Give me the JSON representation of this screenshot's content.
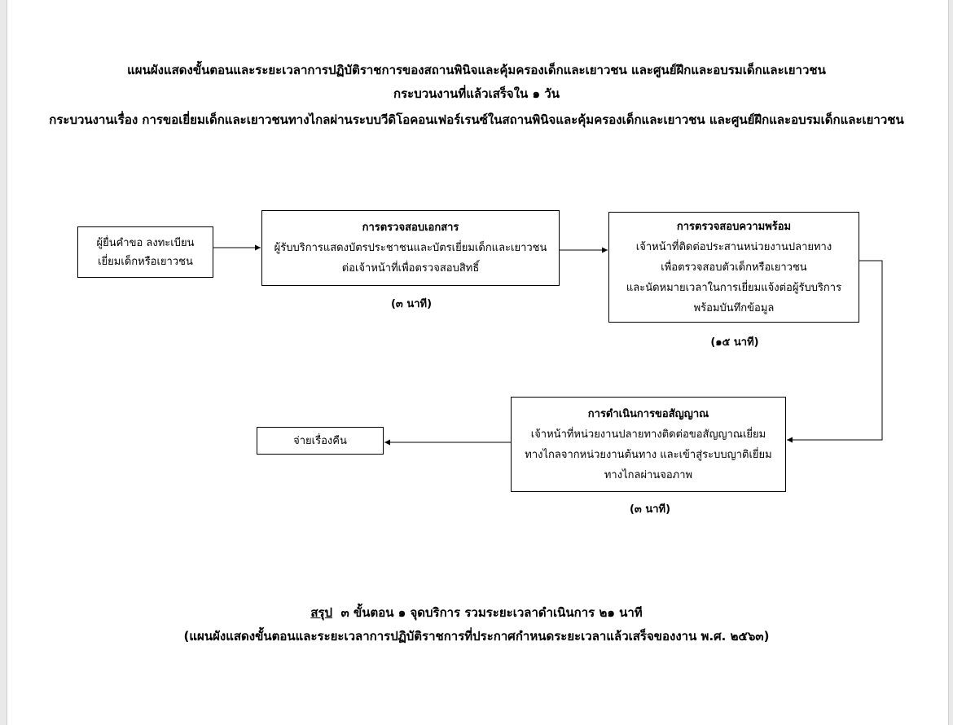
{
  "header": {
    "line1": "แผนผังแสดงขั้นตอนและระยะเวลาการปฏิบัติราชการของสถานพินิจและคุ้มครองเด็กและเยาวชน และศูนย์ฝึกและอบรมเด็กและเยาวชน",
    "line2": "กระบวนงานที่แล้วเสร็จใน ๑ วัน",
    "line3": "กระบวนงานเรื่อง การขอเยี่ยมเด็กและเยาวชนทางไกลผ่านระบบวีดิโอคอนเฟอร์เรนซ์ในสถานพินิจและคุ้มครองเด็กและเยาวชน และศูนย์ฝึกและอบรมเด็กและเยาวชน"
  },
  "steps": {
    "applicant": {
      "lines": [
        "ผู้ยื่นคำขอ ลงทะเบียน",
        "เยี่ยมเด็กหรือเยาวชน"
      ]
    },
    "document_check": {
      "title": "การตรวจสอบเอกสาร",
      "lines": [
        "ผู้รับบริการแสดงบัตรประชาชนและบัตรเยี่ยมเด็กและเยาวชน",
        "ต่อเจ้าหน้าที่เพื่อตรวจสอบสิทธิ์"
      ],
      "time": "(๓ นาที)"
    },
    "readiness_check": {
      "title": "การตรวจสอบความพร้อม",
      "lines": [
        "เจ้าหน้าที่ติดต่อประสานหน่วยงานปลายทาง",
        "เพื่อตรวจสอบตัวเด็กหรือเยาวชน",
        "และนัดหมายเวลาในการเยี่ยมแจ้งต่อผู้รับบริการ",
        "พร้อมบันทึกข้อมูล"
      ],
      "time": "(๑๕ นาที)"
    },
    "contract_request": {
      "title": "การดำเนินการขอสัญญาณ",
      "lines": [
        "เจ้าหน้าที่หน่วยงานปลายทางติดต่อขอสัญญาณเยี่ยม",
        "ทางไกลจากหน่วยงานต้นทาง และเข้าสู่ระบบญาติเยี่ยม",
        "ทางไกลผ่านจอภาพ"
      ],
      "time": "(๓ นาที)"
    },
    "return": {
      "label": "จ่ายเรื่องคืน"
    }
  },
  "summary": {
    "label": "สรุป",
    "text": "๓ ขั้นตอน ๑ จุดบริการ รวมระยะเวลาดำเนินการ ๒๑ นาที",
    "note": "(แผนผังแสดงขั้นตอนและระยะเวลาการปฏิบัติราชการที่ประกาศกำหนดระยะเวลาแล้วเสร็จของงาน พ.ศ. ๒๕๖๓)"
  }
}
